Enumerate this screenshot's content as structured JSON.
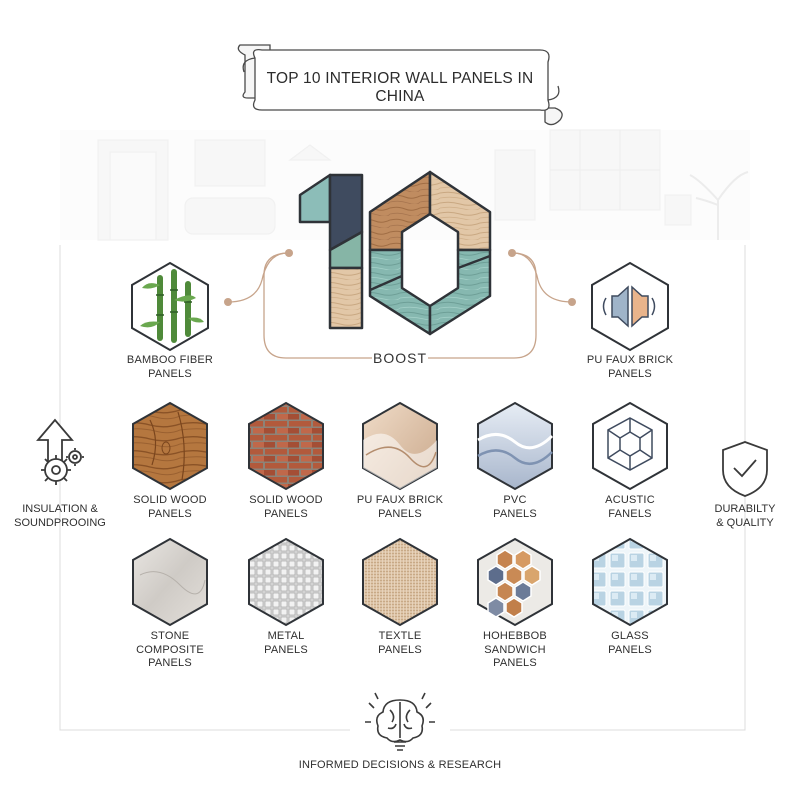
{
  "banner": {
    "title": "TOP 10 INTERIOR WALL PANELS IN CHINA"
  },
  "center": {
    "boost": "BOOST"
  },
  "featured": {
    "left": {
      "label": "BAMBOO FIBER\nPANELS",
      "icon": "bamboo-icon"
    },
    "right": {
      "label": "PU FAUX BRICK\nPANELS",
      "icon": "speaker-sound-icon"
    }
  },
  "panels_row1": [
    {
      "label": "SOLID WOOD\nPANELS",
      "icon": "wood-grain-icon"
    },
    {
      "label": "SOLID WOOD\nPANELS",
      "icon": "brick-icon"
    },
    {
      "label": "PU FAUX BRICK\nPANELS",
      "icon": "wave-marble-icon"
    },
    {
      "label": "PVC\nPANELS",
      "icon": "pvc-wave-icon"
    },
    {
      "label": "ACUSTIC\nFANELS",
      "icon": "acoustic-diffuser-icon"
    }
  ],
  "panels_row2": [
    {
      "label": "STONE\nCOMPOSITE\nPANELS",
      "icon": "stone-icon"
    },
    {
      "label": "METAL\nPANELS",
      "icon": "metal-mesh-icon"
    },
    {
      "label": "TEXTLE\nPANELS",
      "icon": "textile-weave-icon"
    },
    {
      "label": "HOHEBBOB\nSANDWICH\nPANELS",
      "icon": "honeycomb-icon"
    },
    {
      "label": "GLASS\nPANELS",
      "icon": "glass-block-icon"
    }
  ],
  "sides": {
    "left": {
      "label": "INSULATION &\nSOUNDPROOING",
      "icon": "arrow-gears-icon"
    },
    "right": {
      "label": "DURABILTY\n& QUALITY",
      "icon": "shield-check-icon"
    }
  },
  "bottom": {
    "label": "INFORMED DECISIONS & RESEARCH",
    "icon": "brain-bulb-icon"
  },
  "colors": {
    "accent": "#c7a48b",
    "navy": "#3e4a5e",
    "sage": "#86b5a6",
    "teal": "#8bbcb4",
    "wood": "#c08a5c",
    "ink": "#333333"
  }
}
